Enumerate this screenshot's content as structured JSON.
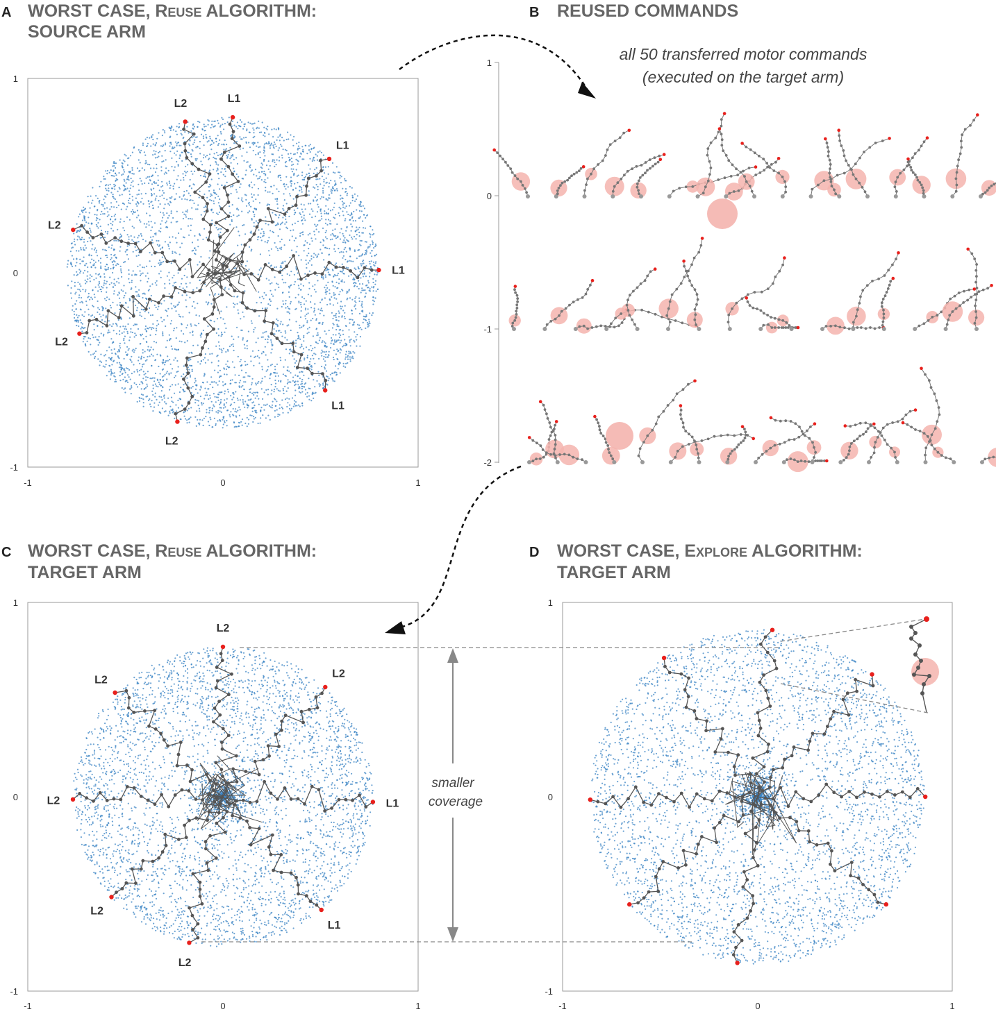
{
  "colors": {
    "point": "#3b84c4",
    "trajectory": "#555555",
    "endpoint": "#e8201c",
    "circle": "#f4b4ae",
    "title": "#666666"
  },
  "panels": [
    {
      "id": "A",
      "letter": "A",
      "title_parts": [
        {
          "text": "WORST CASE, ",
          "caps": false
        },
        {
          "text": "Reuse",
          "caps": true
        },
        {
          "text": " ALGORITHM:",
          "caps": false
        }
      ],
      "title_line2": "SOURCE ARM",
      "ticks_x": [
        "-1",
        "0",
        "1"
      ],
      "ticks_y": [
        "1",
        "0",
        "-1"
      ],
      "reach": 0.8,
      "arm_labels": [
        {
          "text": "L1",
          "angle": 86.4
        },
        {
          "text": "L1",
          "angle": 47
        },
        {
          "text": "L1",
          "angle": 1
        },
        {
          "text": "L1",
          "angle": -49
        },
        {
          "text": "L2",
          "angle": 104
        },
        {
          "text": "L2",
          "angle": 164
        },
        {
          "text": "L2",
          "angle": 203
        },
        {
          "text": "L2",
          "angle": 253
        }
      ]
    },
    {
      "id": "C",
      "letter": "C",
      "title_parts": [
        {
          "text": "WORST CASE, ",
          "caps": false
        },
        {
          "text": "Reuse",
          "caps": true
        },
        {
          "text": " ALGORITHM:",
          "caps": false
        }
      ],
      "title_line2": "TARGET ARM",
      "ticks_x": [
        "-1",
        "0",
        "1"
      ],
      "ticks_y": [
        "1",
        "0",
        "-1"
      ],
      "reach": 0.77,
      "arm_labels": [
        {
          "text": "L2",
          "angle": 90
        },
        {
          "text": "L2",
          "angle": 47
        },
        {
          "text": "L1",
          "angle": -2
        },
        {
          "text": "L1",
          "angle": -49
        },
        {
          "text": "L2",
          "angle": 136
        },
        {
          "text": "L2",
          "angle": 181
        },
        {
          "text": "L2",
          "angle": 222
        },
        {
          "text": "L2",
          "angle": 257
        }
      ]
    },
    {
      "id": "D",
      "letter": "D",
      "title_parts": [
        {
          "text": "WORST CASE, ",
          "caps": false
        },
        {
          "text": "Explore",
          "caps": true
        },
        {
          "text": " ALGORITHM:",
          "caps": false
        }
      ],
      "title_line2": "TARGET ARM",
      "ticks_x": [
        "-1",
        "0",
        "1"
      ],
      "ticks_y": [
        "1",
        "0",
        "-1"
      ],
      "reach": 0.86
    }
  ],
  "panel_b": {
    "letter": "B",
    "title": "REUSED COMMANDS",
    "caption_line1": "all 50 transferred motor commands",
    "caption_line2": "(executed on the target arm)",
    "ticks_y": [
      "1",
      "0",
      "-1",
      "-2"
    ]
  },
  "annotation": {
    "line1": "smaller",
    "line2": "coverage"
  }
}
